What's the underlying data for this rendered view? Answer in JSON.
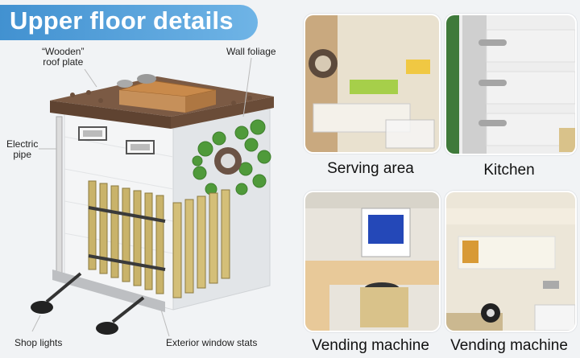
{
  "title": "Upper floor details",
  "callouts": {
    "roof_plate": "“Wooden”\nroof plate",
    "wall_foliage": "Wall foliage",
    "electric_pipe": "Electric\npipe",
    "shop_lights": "Shop lights",
    "window_slats": "Exterior window stats"
  },
  "photos": [
    {
      "caption": "Serving area"
    },
    {
      "caption": "Kitchen"
    },
    {
      "caption": "Vending machine"
    },
    {
      "caption": "Vending machine"
    }
  ],
  "colors": {
    "title_blue": "#4a97d4",
    "roof_brown": "#7b5a44",
    "wall_white": "#f5f6f7",
    "slat_gold": "#c9b36a",
    "foliage_green": "#4f9a3a"
  }
}
